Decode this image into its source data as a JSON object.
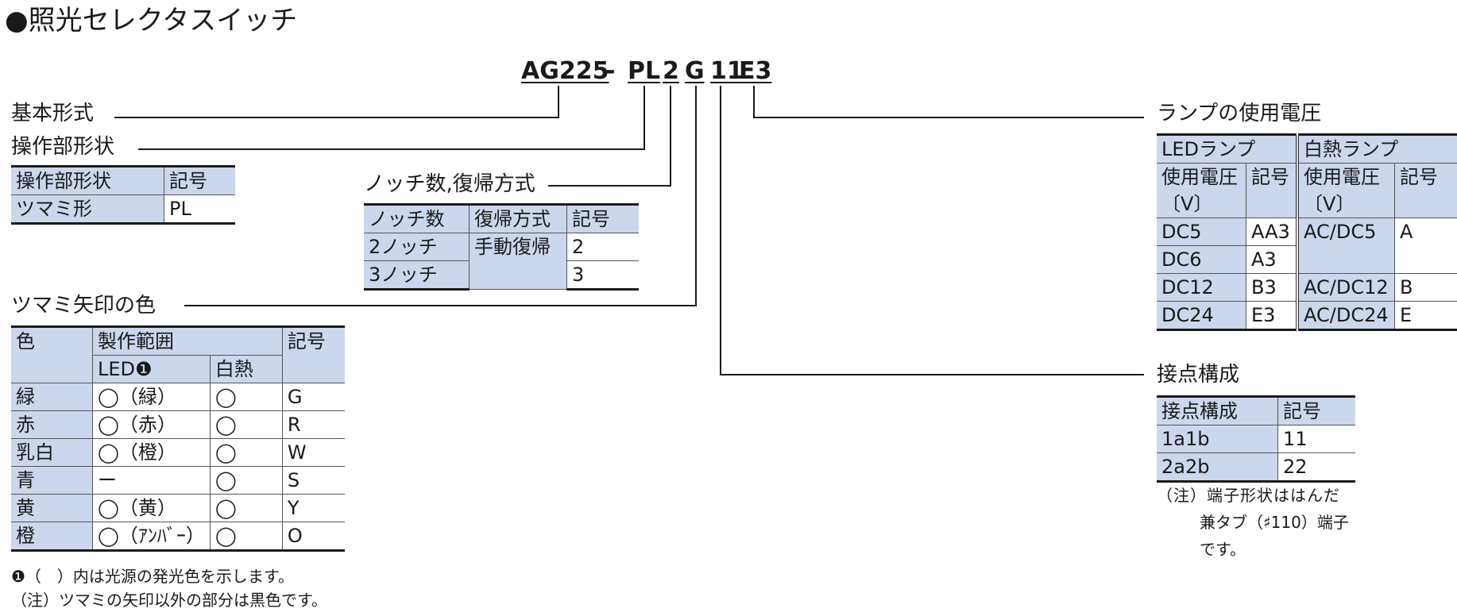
{
  "title": "●照光セレクタスイッチ",
  "model": {
    "base": "AG225",
    "dash": "-",
    "p1": "PL",
    "p2": "2",
    "p3": "G",
    "p4": "11",
    "p5": "E3"
  },
  "labels": {
    "basic": "基本形式",
    "operator": "操作部形状",
    "notch": "ノッチ数,復帰方式",
    "knob": "ツマミ矢印の色",
    "lamp": "ランプの使用電圧",
    "contact": "接点構成"
  },
  "operator_table": {
    "headers": [
      "操作部形状",
      "記号"
    ],
    "rows": [
      [
        "ツマミ形",
        "PL"
      ]
    ]
  },
  "notch_table": {
    "headers": [
      "ノッチ数",
      "復帰方式",
      "記号"
    ],
    "rows": [
      [
        "2ノッチ",
        "手動復帰",
        "2"
      ],
      [
        "3ノッチ",
        "",
        "3"
      ]
    ]
  },
  "knob_table": {
    "headers": [
      "色",
      "製作範囲",
      "記号"
    ],
    "subheaders": [
      "LED❶",
      "白熱"
    ],
    "rows": [
      [
        "緑",
        "◯（緑）",
        "◯",
        "G"
      ],
      [
        "赤",
        "◯（赤）",
        "◯",
        "R"
      ],
      [
        "乳白",
        "◯（橙）",
        "◯",
        "W"
      ],
      [
        "青",
        "ー",
        "◯",
        "S"
      ],
      [
        "黄",
        "◯（黄）",
        "◯",
        "Y"
      ],
      [
        "橙",
        "◯（ｱﾝﾊﾞｰ）",
        "◯",
        "O"
      ]
    ]
  },
  "lamp_table": {
    "groups": [
      "LEDランプ",
      "白熱ランプ"
    ],
    "headers": [
      "使用電圧",
      "〔V〕",
      "記号",
      "使用電圧",
      "〔V〕",
      "記号"
    ],
    "rows": [
      [
        "DC5",
        "AA3",
        "AC/DC5",
        "A"
      ],
      [
        "DC6",
        "A3",
        "",
        ""
      ],
      [
        "DC12",
        "B3",
        "AC/DC12",
        "B"
      ],
      [
        "DC24",
        "E3",
        "AC/DC24",
        "E"
      ]
    ]
  },
  "contact_table": {
    "headers": [
      "接点構成",
      "記号"
    ],
    "rows": [
      [
        "1a1b",
        "11"
      ],
      [
        "2a2b",
        "22"
      ]
    ]
  },
  "notes": {
    "contact_note_1": "（注）端子形状ははんだ",
    "contact_note_2": "兼タブ（♯110）端子",
    "contact_note_3": "です。",
    "footnote_1": "❶（　）内は光源の発光色を示します。",
    "footnote_2": "（注）ツマミの矢印以外の部分は黒色です。"
  }
}
